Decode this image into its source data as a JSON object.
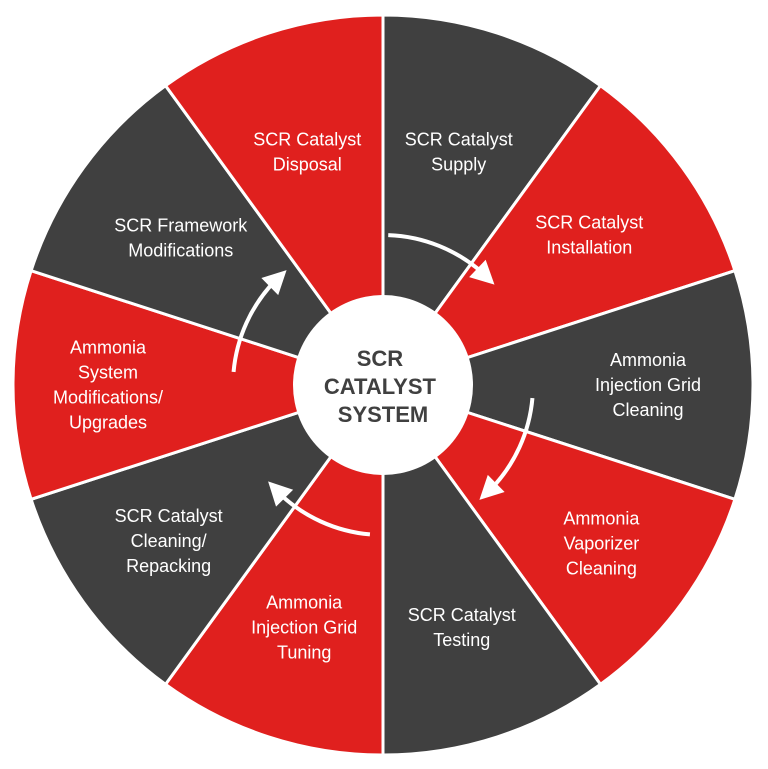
{
  "diagram": {
    "title": "SCR Catalyst System",
    "center": {
      "lines": [
        "SCR",
        "CATALYST",
        "SYSTEM"
      ],
      "fill": "#ffffff",
      "text_color": "#404040"
    },
    "colors": {
      "red": "#e0201e",
      "dark": "#404040",
      "divider": "#ffffff",
      "arrow": "#ffffff",
      "label": "#ffffff"
    },
    "segments": [
      {
        "id": "supply",
        "lines": [
          "SCR Catalyst",
          "Supply"
        ],
        "color": "dark"
      },
      {
        "id": "installation",
        "lines": [
          "SCR Catalyst",
          "Installation"
        ],
        "color": "red"
      },
      {
        "id": "aig-cleaning",
        "lines": [
          "Ammonia",
          "Injection Grid",
          "Cleaning"
        ],
        "color": "dark"
      },
      {
        "id": "vaporizer-cleaning",
        "lines": [
          "Ammonia",
          "Vaporizer",
          "Cleaning"
        ],
        "color": "red"
      },
      {
        "id": "testing",
        "lines": [
          "SCR Catalyst",
          "Testing"
        ],
        "color": "dark"
      },
      {
        "id": "aig-tuning",
        "lines": [
          "Ammonia",
          "Injection Grid",
          "Tuning"
        ],
        "color": "red"
      },
      {
        "id": "cleaning-repacking",
        "lines": [
          "SCR Catalyst",
          "Cleaning/",
          "Repacking"
        ],
        "color": "dark"
      },
      {
        "id": "ammonia-system",
        "lines": [
          "Ammonia",
          "System",
          "Modifications/",
          "Upgrades"
        ],
        "color": "red"
      },
      {
        "id": "framework",
        "lines": [
          "SCR Framework",
          "Modifications"
        ],
        "color": "dark"
      },
      {
        "id": "disposal",
        "lines": [
          "SCR Catalyst",
          "Disposal"
        ],
        "color": "red"
      }
    ],
    "arrows": [
      {
        "id": "arrow-upper-right",
        "direction": "clockwise"
      },
      {
        "id": "arrow-lower-right",
        "direction": "clockwise"
      },
      {
        "id": "arrow-lower-left",
        "direction": "clockwise"
      },
      {
        "id": "arrow-upper-left",
        "direction": "clockwise"
      }
    ]
  }
}
